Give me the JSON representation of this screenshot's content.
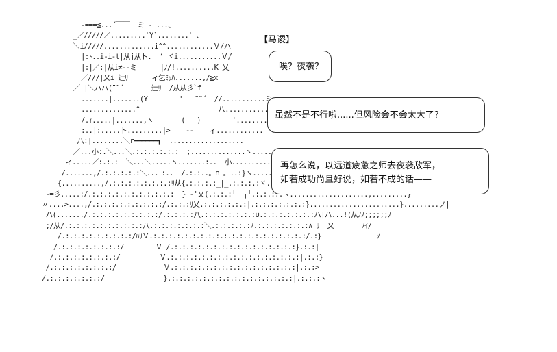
{
  "speaker": "【马谡】",
  "bubbles": [
    {
      "lines": [
        "唉？夜袭？"
      ]
    },
    {
      "lines": [
        "虽然不是不行啦......但风险会不会太大了？"
      ]
    },
    {
      "lines": [
        "再怎么说，以远道疲惫之师去夜袭敌军，",
        "如若成功尚且好说，如若不成的话——"
      ]
    }
  ],
  "ascii_art": [
    "              -===≦...´￣￣  ミ - ...、",
    "            _／/////／.........`Y`........` 、",
    "            ＼i/////.............i^^............Ｖ/ハ",
    "              |:ﾄ..i‐i‐t|从j从ト.  ‘ ヾi...........Ｖ/",
    "              |:|／:|从i≠‐-ミ      |ﾉ/!..........K 乂",
    "              ／///|乂i 辷ﾘ      ィ乞ﾐｯﾊ.......,/≧x",
    "            ／ |＼ハハ(¨¨´       辷ﾘ  /从从彡`f",
    "             |.......|.......(Y        '   ¨¨´  //...........ミ",
    "             |..............^                    八...............乂",
    "             |/.ｨ.....|.......,ヽ       (   )        '.......... ...\\.......\\",
    "             |:..|:.....ト.........|>    ‐‐    ィ............  ...`...........f",
    "             八:|........＼r━━━━━━┓  ...................",
    "            ／...小:.＼...＼.:.:.:.:.:.:  ;..............ヽ.........",
    "          ィ.....／:.:.:  ＼...＼.....ヽ.......:..  小...........乂...乂",
    "         /.......,/.:.:.:.:.:＼...ｰ:..  /.:.:..。∩ 。..:}ヽ....................ヽ..:..ヽ",
    "        {..........,/.:.:.:.:.:.:.:.:ﾘ从{.:.:.:.:_|_.:.:.:.:ヾ..........ﾉ....`ヽ.........ヽ",
    "     -=彡.....:/.:.:.:.:.:.:.:.:.:.:.:  } -'乂(.:.:.:└  ┌┘.:.:.:.:ヽ....................,.........}",
    "    〃....>....,/.:.:.:.:.:.:.:.:.:/.:.:.:ﾘ乂.:.:.:.:.:.:|.:.:.:.:.:.:.:}.......................}.........ノ|",
    "     ハ(......./.:.:.:.:.:.:.:.:.:/.:.:.:.:八.:.:.:.:.:.:.:∪.:.:.:.:.:.:.:ハ|ハ...!(从ﾉﾉ;;;;;;ﾉ",
    "     ;/从/.:.:.:.:.:.:.:.:.:.:八.:.:.:.:.:.:.:＼.:.:.:.:.:ﾉ.:.:.:.:.:.:.:∧ ﾘ  乂       ﾉｲ/",
    "        /.:.:.:.:.:.:.:.:.:/ﾊﾘＶ.:.:.:.:.:.:.:.:.:.:.:.:.:.:.:.:.:.:.:.:/.:}              ｿ",
    "       /.:.:.:.:.:.:.:.:/        Ｖ /.:.:.:.:.:.:.:.:.:.:.:.:.:.:.:.:}.:.:|",
    "      /.:.:.:.:.:.:.:.:/          Ｖ.:.:.:.:.:.:.:.:.:.:.:.:.:.:.:.:.:|.:.:}",
    "     /.:.:.:.:.:.:.:.:/            Ｖ.:.:.:.:.:.:.:.:.:.:.:.:.:.:.:.:|.:.:>",
    "    /.:.:.:.:.:.:.:/               }.:.:.:.:.:.:.:.:.:.:.:.:.:.:.:.:|.:.:.:ヽ"
  ]
}
